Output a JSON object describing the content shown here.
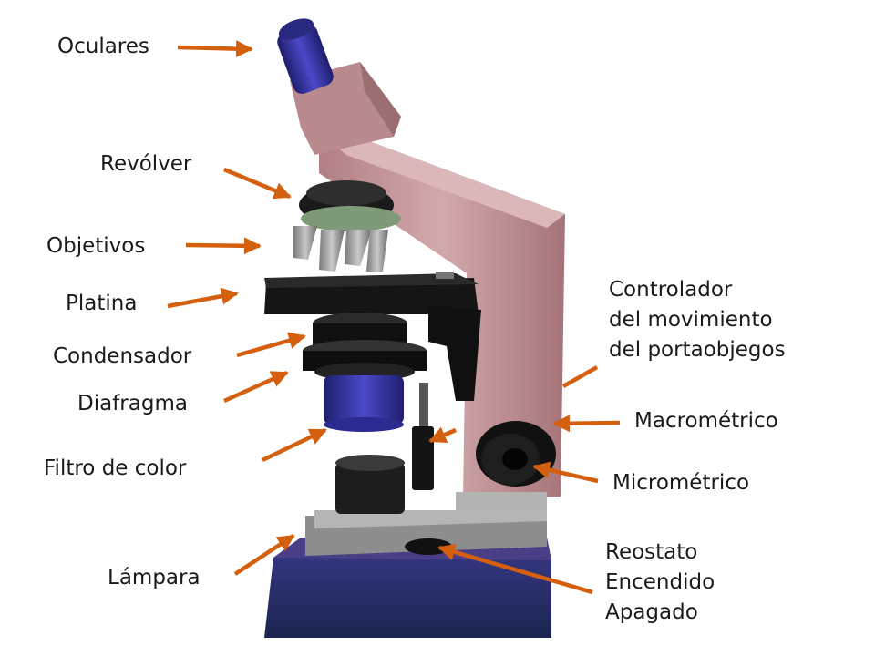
{
  "diagram": {
    "colors": {
      "arrow": "#d4600f",
      "arm": "#c49a9c",
      "eyepiece": "#2b2a8c",
      "base": "#1f2a60",
      "stage": "#141414"
    },
    "labels": {
      "oculares": "Oculares",
      "revolver": "Revólver",
      "objetivos": "Objetivos",
      "platina": "Platina",
      "condensador": "Condensador",
      "diafragma": "Diafragma",
      "filtro": "Filtro de color",
      "lampara": "Lámpara",
      "controlador": [
        "Controlador",
        "del movimiento",
        "del portaobjegos"
      ],
      "macrometrico": "Macrométrico",
      "micrometrico": "Micrométrico",
      "reostato": [
        "Reostato",
        "Encendido",
        "Apagado"
      ]
    }
  }
}
